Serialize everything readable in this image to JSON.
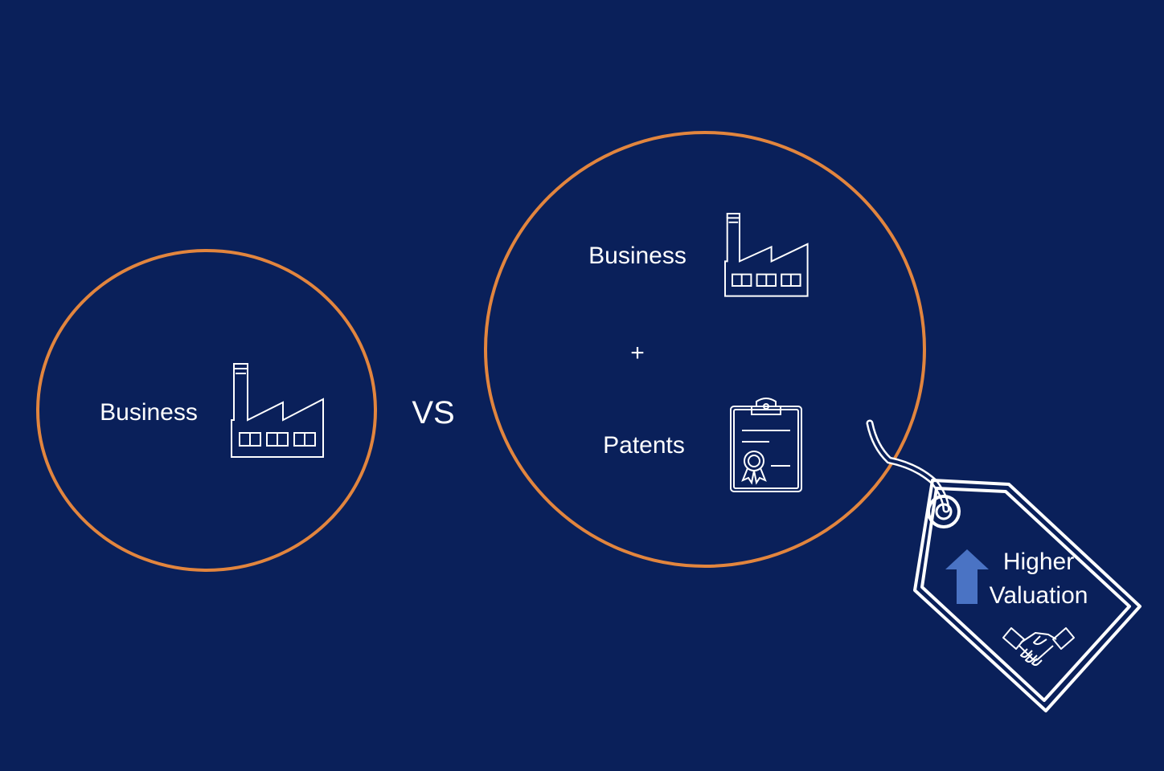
{
  "colors": {
    "background": "#0a205a",
    "circle_outline": "#e2853e",
    "line_art": "#ffffff",
    "arrow_fill": "#4a73c4"
  },
  "left_group": {
    "label": "Business",
    "icon": "factory-icon"
  },
  "comparison_label": "VS",
  "right_group": {
    "top_label": "Business",
    "top_icon": "factory-icon",
    "operator": "+",
    "bottom_label": "Patents",
    "bottom_icon": "certificate-clipboard-icon"
  },
  "price_tag": {
    "line1": "Higher",
    "line2": "Valuation",
    "arrow_icon": "up-arrow-icon",
    "deal_icon": "handshake-icon"
  }
}
